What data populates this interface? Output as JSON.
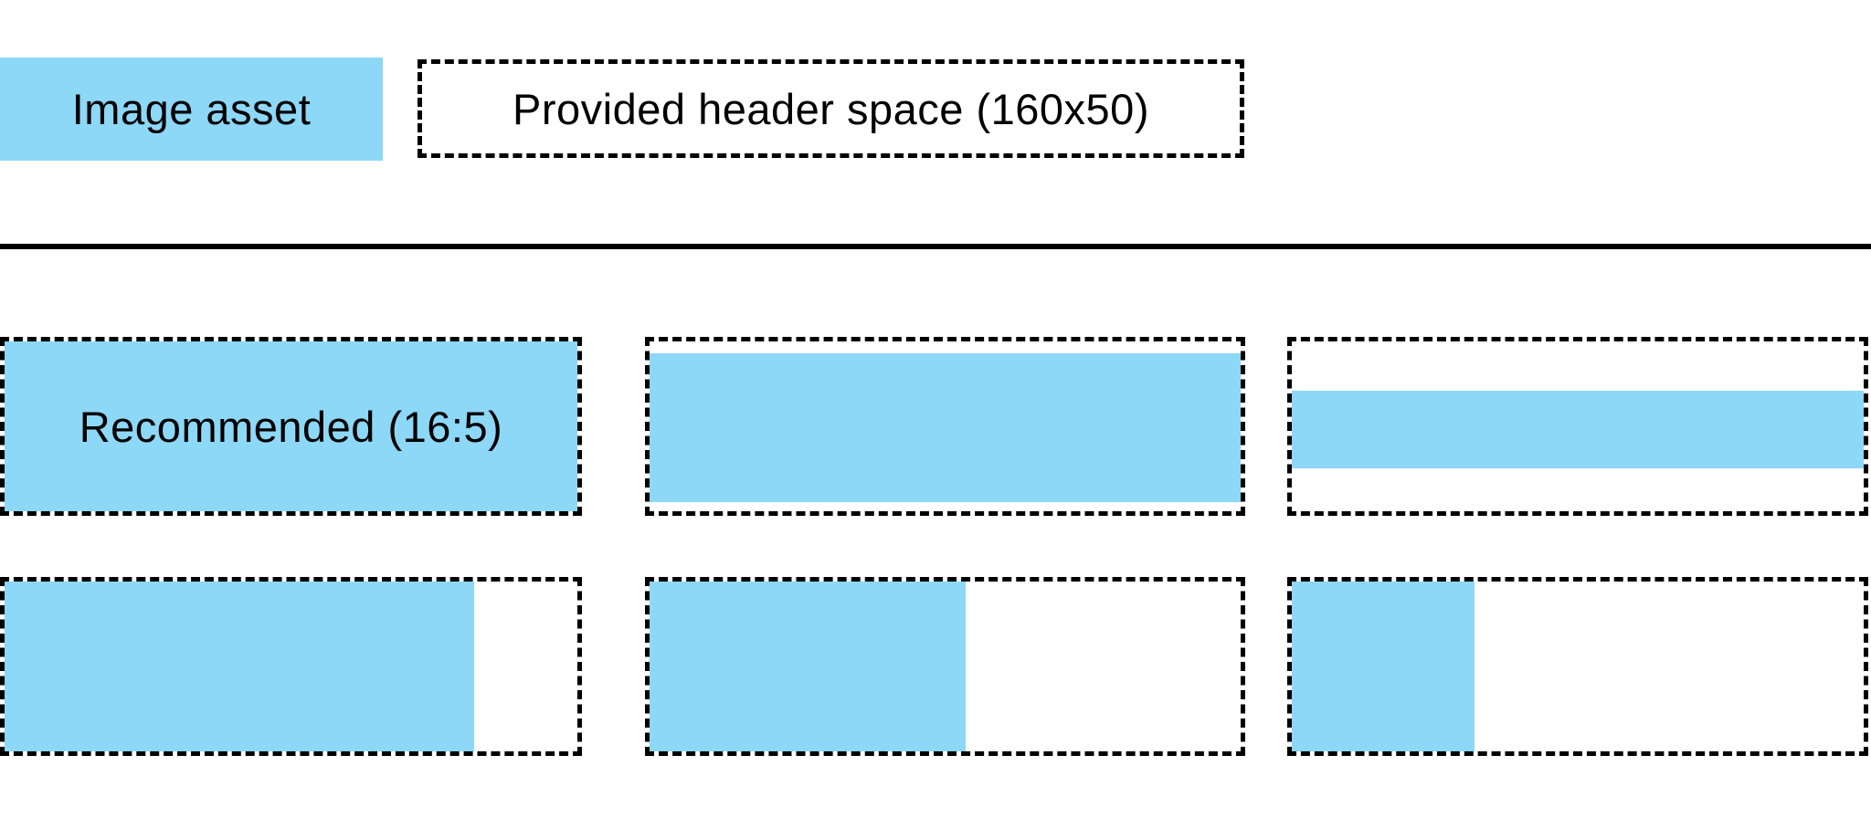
{
  "colors": {
    "asset_blue": "#8DD7F7",
    "border_black": "#000000",
    "background": "#FFFFFF"
  },
  "legend": {
    "image_asset_label": "Image asset",
    "header_space_label": "Provided header space (160x50)"
  },
  "examples": [
    {
      "id": "recommended-16-5",
      "row": 1,
      "col": 1,
      "label": "Recommended (16:5)",
      "fill": {
        "left_pct": 0,
        "top_pct": 0,
        "width_pct": 100,
        "height_pct": 100
      }
    },
    {
      "id": "wider-ratio-small-letterbox",
      "row": 1,
      "col": 2,
      "label": "",
      "fill": {
        "left_pct": 0,
        "top_pct": 7,
        "width_pct": 100,
        "height_pct": 87.5
      }
    },
    {
      "id": "widest-ratio-large-letterbox",
      "row": 1,
      "col": 3,
      "label": "",
      "fill": {
        "left_pct": 0,
        "top_pct": 29,
        "width_pct": 100,
        "height_pct": 45.5
      }
    },
    {
      "id": "taller-ratio-small-pillarbox",
      "row": 2,
      "col": 1,
      "label": "",
      "fill": {
        "left_pct": 0,
        "top_pct": 0,
        "width_pct": 82,
        "height_pct": 100
      }
    },
    {
      "id": "taller-ratio-medium-pillarbox",
      "row": 2,
      "col": 2,
      "label": "",
      "fill": {
        "left_pct": 0,
        "top_pct": 0,
        "width_pct": 53.5,
        "height_pct": 100
      }
    },
    {
      "id": "tallest-ratio-large-pillarbox",
      "row": 2,
      "col": 3,
      "label": "",
      "fill": {
        "left_pct": 0,
        "top_pct": 0,
        "width_pct": 32,
        "height_pct": 100
      }
    }
  ]
}
